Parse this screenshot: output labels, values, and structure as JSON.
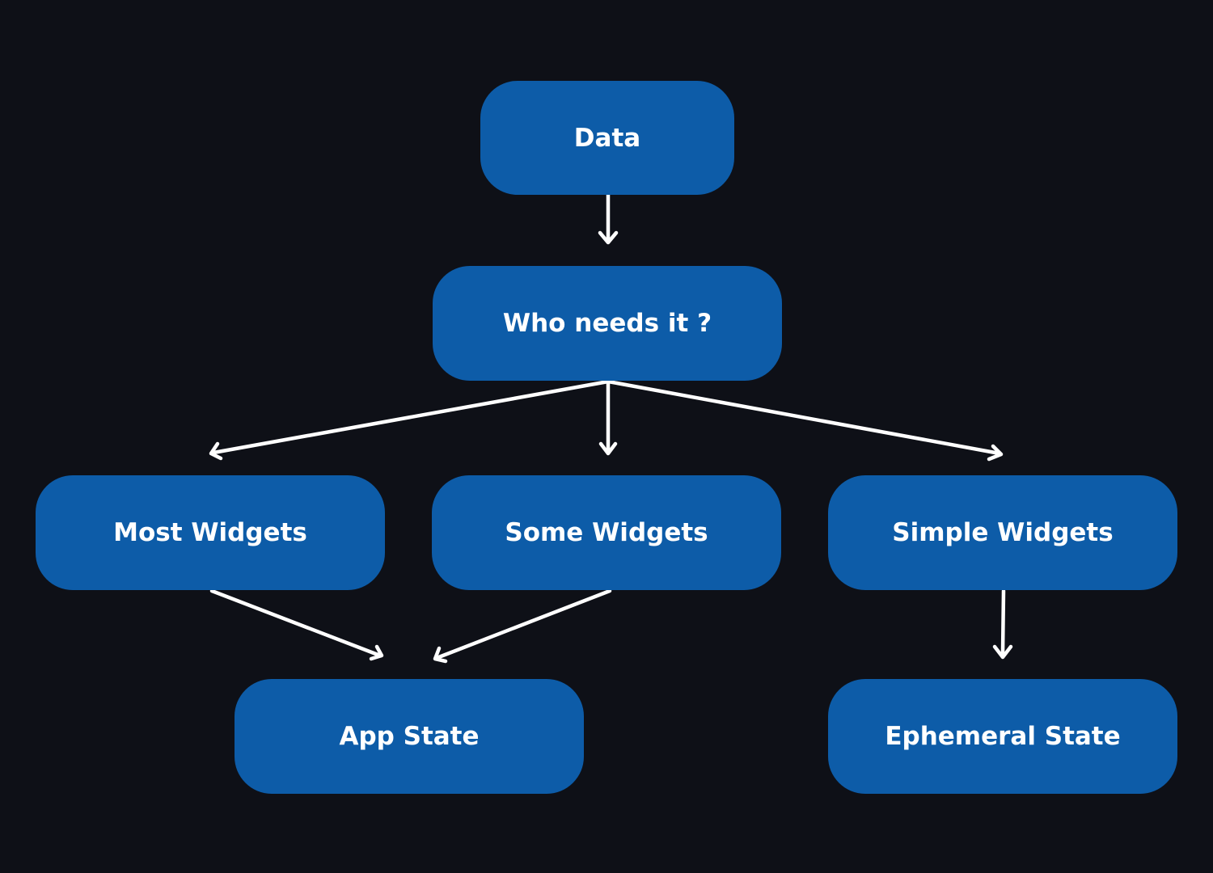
{
  "diagram": {
    "colors": {
      "background": "#0e1017",
      "node_fill": "#0d5ca8",
      "node_text": "#ffffff",
      "edge": "#ffffff"
    },
    "nodes": {
      "data": "Data",
      "who": "Who needs it ?",
      "most": "Most Widgets",
      "some": "Some Widgets",
      "simple": "Simple Widgets",
      "app": "App State",
      "ephemeral": "Ephemeral State"
    },
    "edges": [
      {
        "from": "data",
        "to": "who"
      },
      {
        "from": "who",
        "to": "most"
      },
      {
        "from": "who",
        "to": "some"
      },
      {
        "from": "who",
        "to": "simple"
      },
      {
        "from": "most",
        "to": "app"
      },
      {
        "from": "some",
        "to": "app"
      },
      {
        "from": "simple",
        "to": "ephemeral"
      }
    ]
  }
}
